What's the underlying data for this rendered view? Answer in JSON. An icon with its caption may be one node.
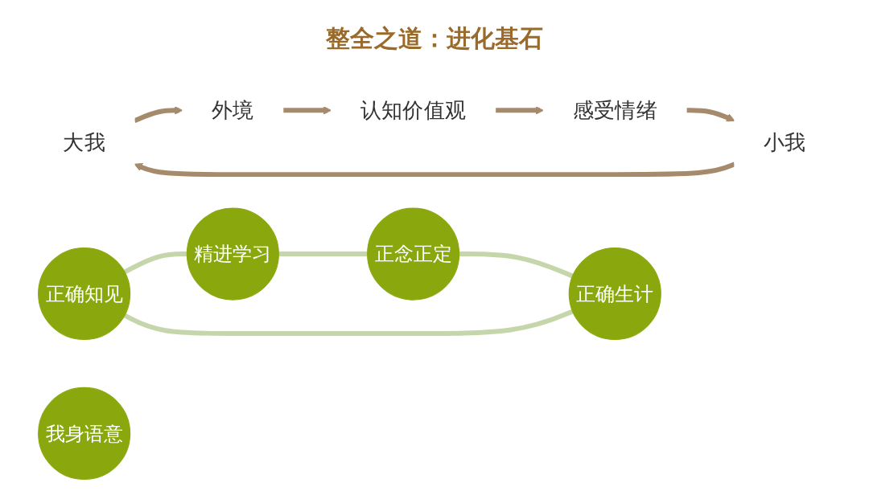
{
  "diagram": {
    "title": "整全之道：进化基石",
    "nodes": [
      {
        "text": [
          "大我"
        ]
      },
      {
        "text": [
          "外境"
        ]
      },
      {
        "text": [
          "认知价值观"
        ]
      },
      {
        "text": [
          "感受情绪"
        ]
      },
      {
        "text": [
          "小我"
        ]
      },
      {
        "text": [
          "正确知见"
        ]
      },
      {
        "text": [
          "正确生计"
        ]
      },
      {
        "text": [
          "我身语意"
        ]
      },
      {
        "text": [
          "精进学习"
        ]
      },
      {
        "text": [
          "正念正定"
        ]
      }
    ],
    "edges": [
      {
        "from": 0,
        "to": 1,
        "arrow": "to",
        "color": "#a58a6c"
      },
      {
        "from": 1,
        "to": 2,
        "arrow": "to",
        "color": "#a58a6c"
      },
      {
        "from": 2,
        "to": 3,
        "arrow": "to",
        "color": "#a58a6c"
      },
      {
        "from": 3,
        "to": 4,
        "arrow": "to",
        "color": "#a58a6c"
      },
      {
        "from": 4,
        "to": 0,
        "arrow": "to",
        "color": "#a58a6c"
      },
      {
        "from": 5,
        "to": 8,
        "arrow": "none",
        "color": "#c6d6ab"
      },
      {
        "from": 8,
        "to": 9,
        "arrow": "none",
        "color": "#c6d6ab"
      },
      {
        "from": 9,
        "to": 6,
        "arrow": "none",
        "color": "#c6d6ab"
      },
      {
        "from": 6,
        "to": 5,
        "arrow": "none",
        "color": "#c6d6ab"
      }
    ]
  }
}
